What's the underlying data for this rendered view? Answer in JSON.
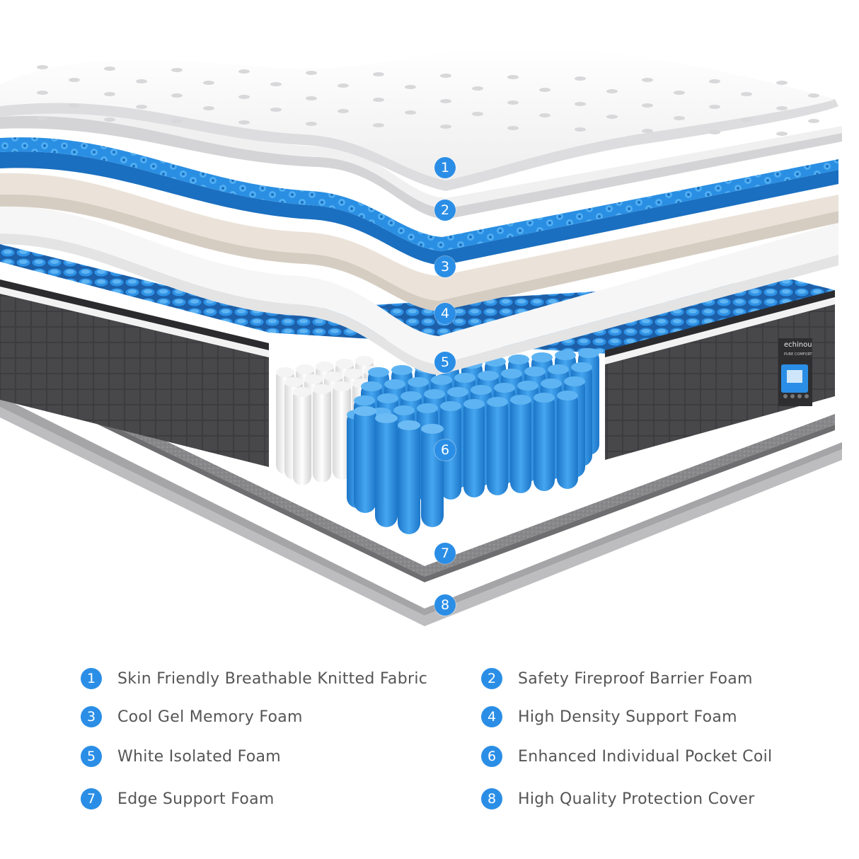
{
  "brand": {
    "name": "echinou",
    "tagline": "PURE COMFORT"
  },
  "layers": [
    {
      "num": "1",
      "label": "Skin Friendly Breathable Knitted Fabric"
    },
    {
      "num": "2",
      "label": "Safety Fireproof Barrier Foam"
    },
    {
      "num": "3",
      "label": "Cool Gel Memory Foam"
    },
    {
      "num": "4",
      "label": "High Density Support Foam"
    },
    {
      "num": "5",
      "label": "White Isolated Foam"
    },
    {
      "num": "6",
      "label": "Enhanced Individual Pocket Coil"
    },
    {
      "num": "7",
      "label": "Edge Support Foam"
    },
    {
      "num": "8",
      "label": "High Quality Protection Cover"
    }
  ],
  "colors": {
    "accent": "#2b8ee6",
    "gel_blue": "#1f86d8",
    "beige": "#e6ddd2",
    "side_dark": "#3a3a3c",
    "felt": "#8a8a8d"
  }
}
